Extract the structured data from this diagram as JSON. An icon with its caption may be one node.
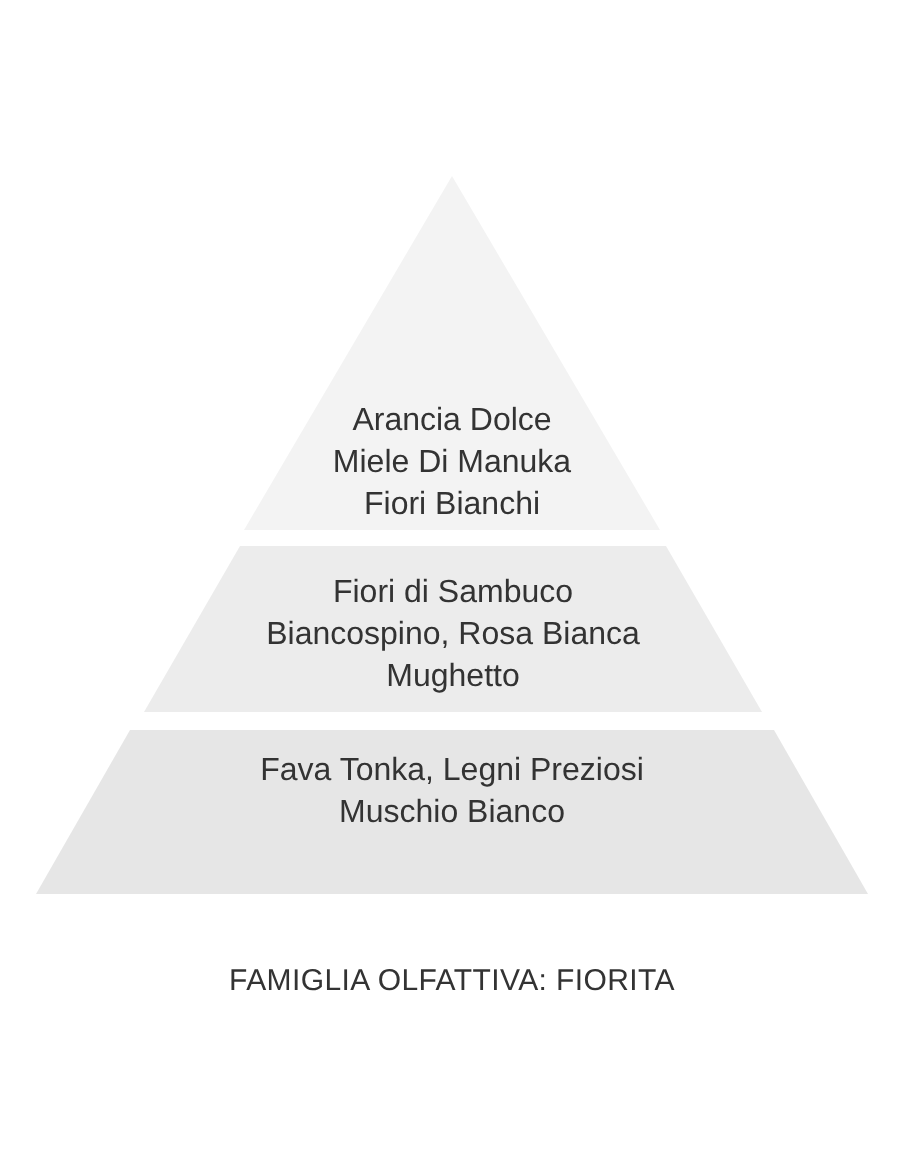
{
  "diagram": {
    "caption": "FAMIGLIA OLFATTIVA: FIORITA",
    "nodes": [
      {
        "text": [
          "Arancia Dolce",
          "Miele Di Manuka",
          "Fiori Bianchi"
        ]
      },
      {
        "text": [
          "Fiori di Sambuco",
          "Biancospino, Rosa Bianca",
          "Mughetto"
        ]
      },
      {
        "text": [
          "Fava Tonka, Legni Preziosi",
          "Muschio Bianco"
        ]
      }
    ]
  }
}
